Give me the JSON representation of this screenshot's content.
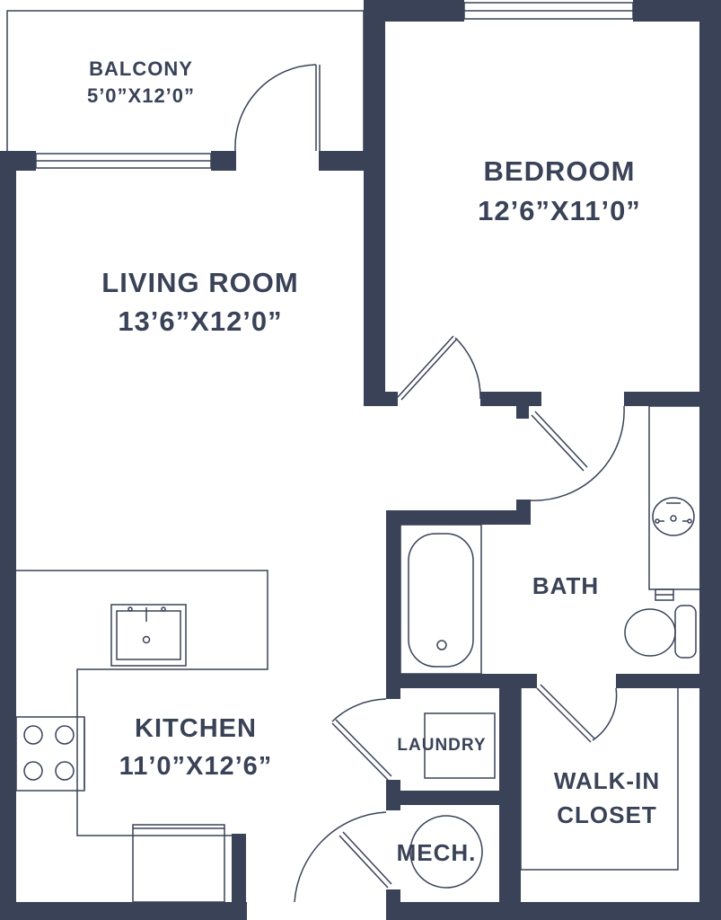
{
  "colors": {
    "wall": "#394257",
    "line": "#394257",
    "background": "#ffffff"
  },
  "rooms": {
    "balcony": {
      "name": "BALCONY",
      "dims": "5’0”X12’0”"
    },
    "bedroom": {
      "name": "BEDROOM",
      "dims": "12’6”X11’0”"
    },
    "living": {
      "name": "LIVING ROOM",
      "dims": "13’6”X12’0”"
    },
    "bath": {
      "name": "BATH"
    },
    "kitchen": {
      "name": "KITCHEN",
      "dims": "11’0”X12’6”"
    },
    "laundry": {
      "name": "LAUNDRY"
    },
    "closet": {
      "name": "WALK-IN",
      "name2": "CLOSET"
    },
    "mech": {
      "name": "MECH."
    }
  },
  "fixtures": [
    "sink-icon",
    "stove-icon",
    "bathtub-icon",
    "toilet-icon",
    "vanity-sink-icon",
    "water-heater-icon",
    "dishwasher-icon"
  ]
}
